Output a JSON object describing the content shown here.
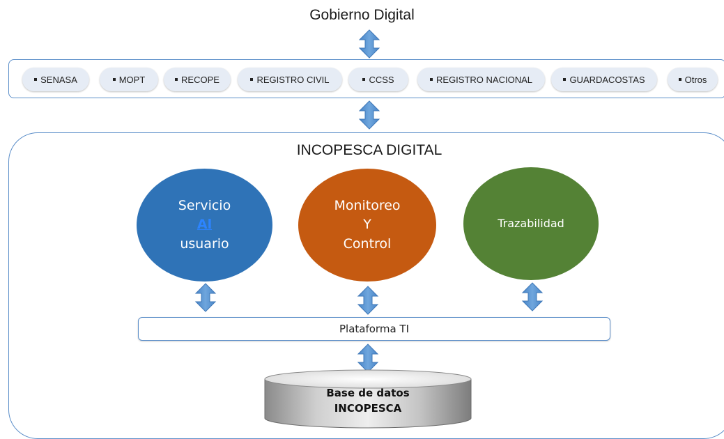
{
  "top_title": "Gobierno Digital",
  "agencies": [
    {
      "label": "SENASA"
    },
    {
      "label": "MOPT"
    },
    {
      "label": "RECOPE"
    },
    {
      "label": "REGISTRO CIVIL"
    },
    {
      "label": "CCSS"
    },
    {
      "label": "REGISTRO NACIONAL"
    },
    {
      "label": "GUARDACOSTAS"
    },
    {
      "label": "Otros"
    }
  ],
  "main_title": "INCOPESCA DIGITAL",
  "circles": {
    "servicio": {
      "line1": "Servicio",
      "line2": "Al",
      "line3": "usuario"
    },
    "monitoreo": {
      "line1": "Monitoreo",
      "line2": "Y",
      "line3": "Control"
    },
    "trazabilidad": {
      "label": "Trazabilidad"
    }
  },
  "platform": "Plataforma TI",
  "database": {
    "line1": "Base de datos",
    "line2": "INCOPESCA"
  },
  "colors": {
    "frame": "#5b8ec9",
    "arrow": "#5b9bd5",
    "pill": "#e6ecf5",
    "servicio": "#2f73b7",
    "monitoreo": "#c55a11",
    "trazabilidad": "#548235"
  }
}
